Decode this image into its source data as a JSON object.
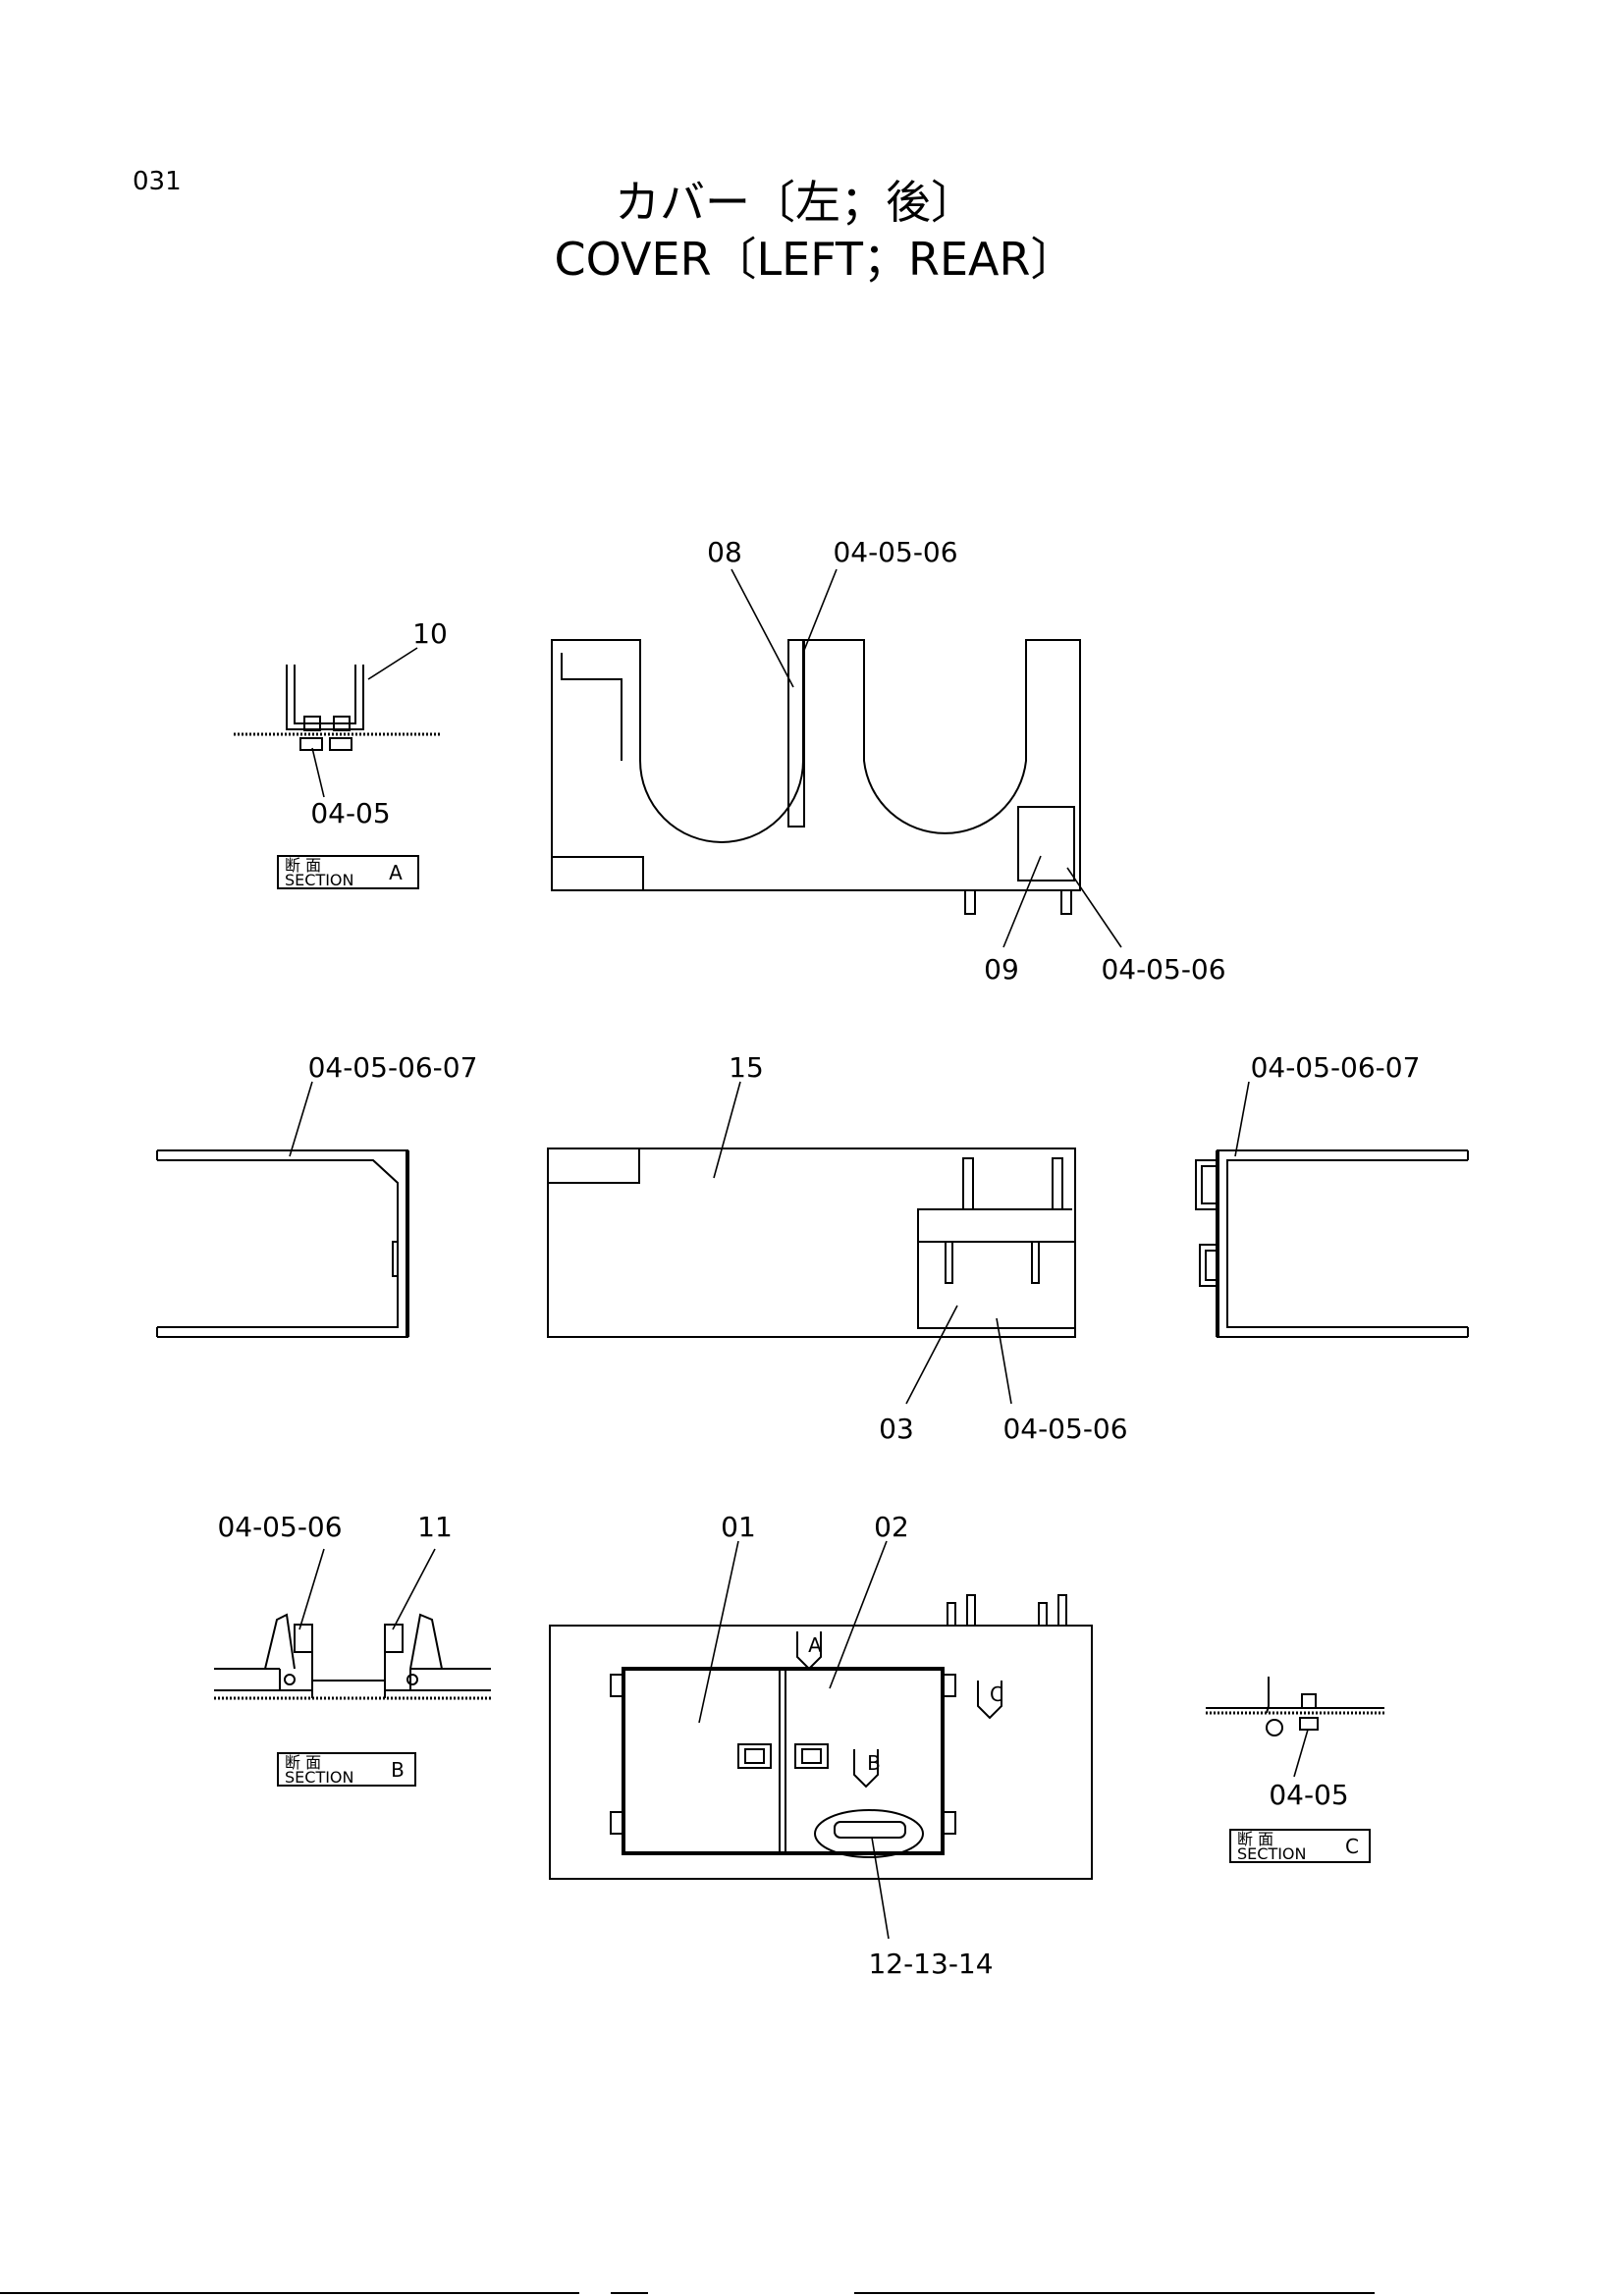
{
  "page": {
    "number": "031"
  },
  "title": {
    "ja": "カバー〔左；後〕",
    "en": "COVER〔LEFT；REAR〕"
  },
  "sections": {
    "a": {
      "ja": "断 面",
      "en": "SECTION",
      "letter": "A"
    },
    "b": {
      "ja": "断 面",
      "en": "SECTION",
      "letter": "B"
    },
    "c": {
      "ja": "断 面",
      "en": "SECTION",
      "letter": "C"
    }
  },
  "callouts": {
    "top_08": "08",
    "top_040506": "04-05-06",
    "sec_a_10": "10",
    "sec_a_0405": "04-05",
    "top_09": "09",
    "top_040506_b": "04-05-06",
    "left_04050607": "04-05-06-07",
    "mid_15": "15",
    "right_04050607": "04-05-06-07",
    "mid_03": "03",
    "mid_040506": "04-05-06",
    "sec_b_040506": "04-05-06",
    "sec_b_11": "11",
    "bot_01": "01",
    "bot_02": "02",
    "sec_c_0405": "04-05",
    "bot_121314": "12-13-14"
  },
  "view_markers": {
    "a": "A",
    "b": "B",
    "c": "C"
  }
}
